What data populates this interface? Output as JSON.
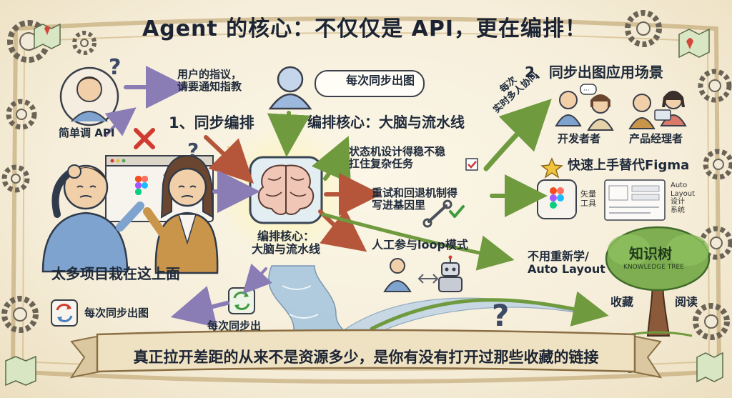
{
  "title": "Agent 的核心：不仅仅是 API，更在编排！",
  "left": {
    "user_thought": "用户的指议，\n请要通知指教",
    "simple_api": "简单调 API",
    "too_many_projects": "太多项目栽在这上面",
    "sync_label": "1、同步编排"
  },
  "center": {
    "speech": "每次同步出图",
    "core_heading": "编排核心：大脑与流水线",
    "brain_caption": "编排核心：\n大脑与流水线",
    "state_machine": "状态机设计得稳不稳\n扛住复杂任务",
    "retry": "重试和回退机制得\n写进基因里",
    "human_loop": "人工参与loop模式",
    "realtime": "每次\n实时多人协同",
    "sync_out_left": "每次同步出图",
    "sync_out": "每次同步出"
  },
  "right": {
    "scene_heading": "2、同步出图应用场景",
    "developer": "开发者者",
    "pm": "产品经理者",
    "figma_heading": "快速上手替代Figma",
    "vector_tools": "矢量\n工具",
    "auto_layout_panel": "Auto\nLayout\n设计\n系统",
    "no_relearn": "不用重新学/\nAuto Layout",
    "knowledge_tree": "知识树",
    "knowledge_tree_en": "KNOWLEDGE TREE",
    "collect": "收藏",
    "read": "阅读"
  },
  "banner": "真正拉开差距的从来不是资源多少，是你有没有打开过那些收藏的链接",
  "colors": {
    "parchment": "#f6eeda",
    "frame": "#b89a63",
    "arrow_purple": "#8a7cb5",
    "arrow_brown": "#b5563a",
    "arrow_green": "#6f9a3e",
    "river": "#8fb2cf",
    "shirt_blue": "#7fa3cf",
    "blazer": "#c9954a",
    "check_green": "#3e9b3e",
    "cross_red": "#cf3b30"
  },
  "icons": [
    "gear-icon",
    "map-icon",
    "brain-icon",
    "figma-icon",
    "refresh-icon",
    "robot-icon",
    "star-icon",
    "question-icon",
    "check-icon",
    "cross-icon",
    "tree-icon",
    "user-icon",
    "wrench-icon"
  ]
}
